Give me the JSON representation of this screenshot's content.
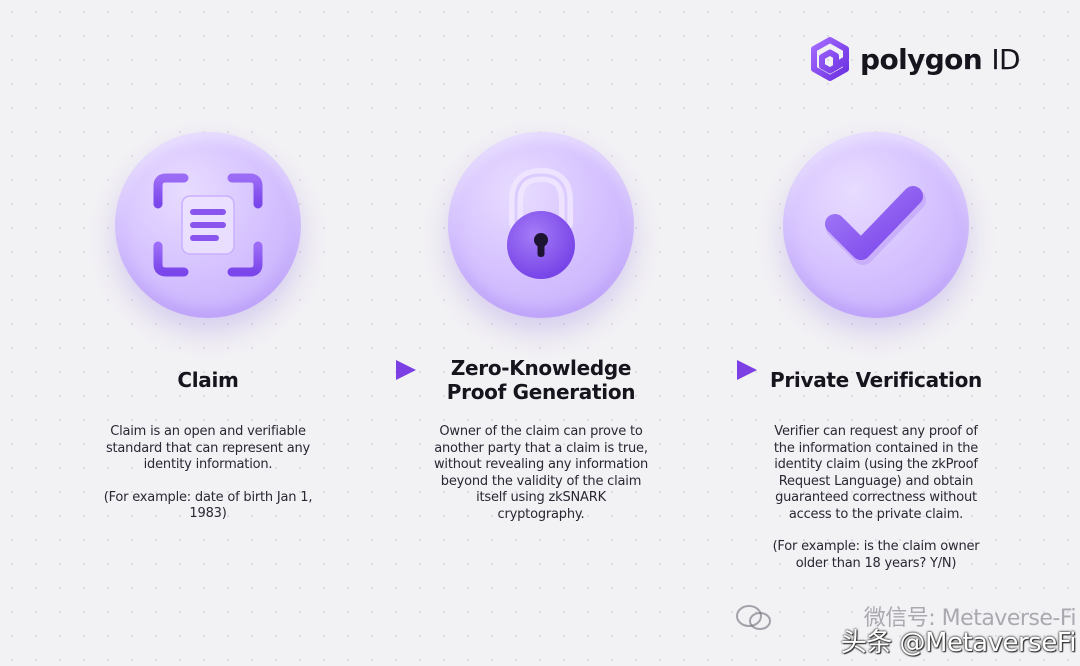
{
  "brand": {
    "logo_text": "polygon",
    "logo_suffix": "ID",
    "accent": "#7b3fe4"
  },
  "steps": [
    {
      "icon": "claim-scan-icon",
      "title": "Claim",
      "description": "Claim is an open and verifiable standard that can represent any identity information.",
      "example": "(For example: date of birth Jan 1, 1983)"
    },
    {
      "icon": "padlock-icon",
      "title_line1": "Zero-Knowledge",
      "title_line2": "Proof Generation",
      "description": "Owner of the claim can prove to another party that a claim is true, without revealing any information beyond the validity of the claim itself using zkSNARK cryptography."
    },
    {
      "icon": "checkmark-icon",
      "title": "Private Verification",
      "description": "Verifier can request any proof of the information contained in the identity claim (using the zkProof Request Language) and obtain guaranteed correctness without access to the private claim.",
      "example": "(For example: is the claim owner older than 18 years? Y/N)"
    }
  ],
  "watermark": {
    "line1": "微信号: Metaverse-Fi",
    "line2": "头条 @MetaverseFi"
  }
}
